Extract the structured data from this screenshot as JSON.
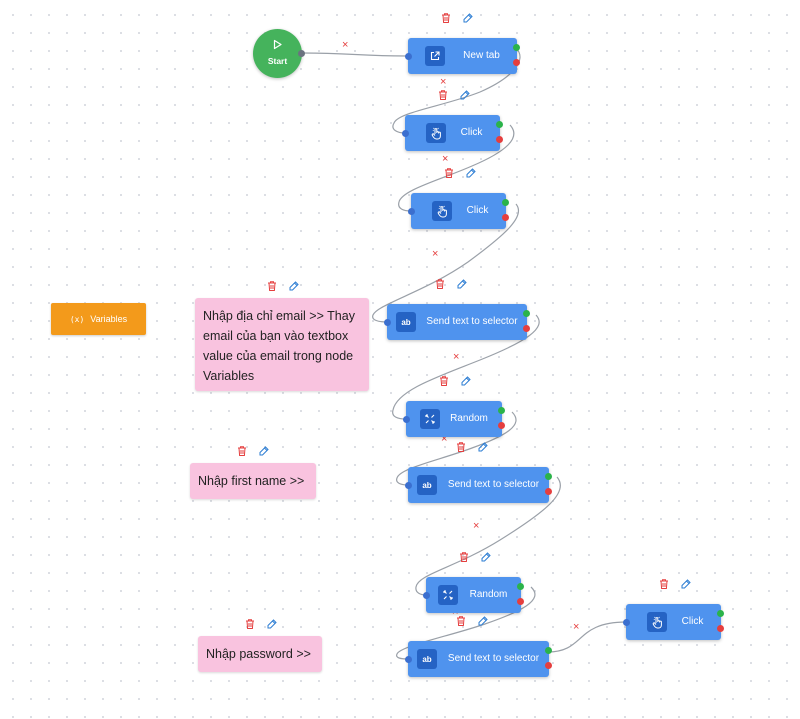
{
  "start": {
    "label": "Start"
  },
  "variables": {
    "icon": "(x)",
    "label": "Variables"
  },
  "nodes": [
    {
      "label": "New tab",
      "icon": "external-link-icon"
    },
    {
      "label": "Click",
      "icon": "pointer-hand-icon"
    },
    {
      "label": "Click",
      "icon": "pointer-hand-icon"
    },
    {
      "label": "Send text to selector",
      "icon_text": "ab"
    },
    {
      "label": "Random",
      "icon": "shuffle-icon"
    },
    {
      "label": "Send text to selector",
      "icon_text": "ab"
    },
    {
      "label": "Random",
      "icon": "shuffle-icon"
    },
    {
      "label": "Send text to selector",
      "icon_text": "ab"
    },
    {
      "label": "Click",
      "icon": "pointer-hand-icon"
    }
  ],
  "notes": [
    {
      "text": "Nhập địa chỉ email >> Thay email của bạn vào textbox value của email trong node Variables"
    },
    {
      "text": "Nhập first name >>"
    },
    {
      "text": "Nhập password >>"
    }
  ],
  "edge_delete_symbol": "×",
  "colors": {
    "node_blue": "#4f93ee",
    "icon_blue": "#2563c4",
    "start_green": "#45b35c",
    "variables_orange": "#f39a1b",
    "note_pink": "#f9c3df",
    "success_handle": "#2bb34a",
    "error_handle": "#e53e3e",
    "delete_red": "#e53e3e",
    "edit_blue": "#2b7cd3"
  }
}
